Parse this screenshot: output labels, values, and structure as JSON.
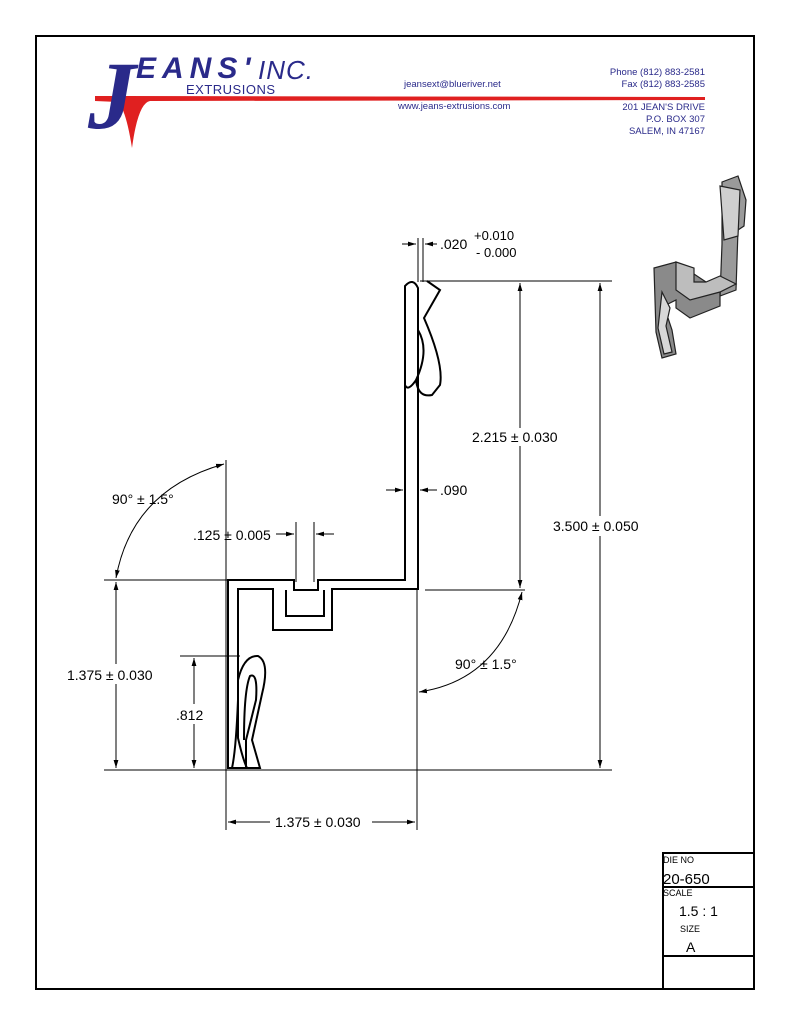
{
  "company": {
    "logo_j": "J",
    "logo_eans": "EANS'",
    "logo_inc": "INC.",
    "logo_sub": "EXTRUSIONS",
    "email": "jeansext@blueriver.net",
    "website": "www.jeans-extrusions.com",
    "phone": "Phone (812) 883-2581",
    "fax": "Fax (812) 883-2585",
    "address1": "201 JEAN'S DRIVE",
    "address2": "P.O. BOX 307",
    "address3": "SALEM, IN 47167"
  },
  "dimensions": {
    "wall_top": ".020",
    "wall_top_plus": "+0.010",
    "wall_top_minus": "- 0.000",
    "upper_height": "2.215 ± 0.030",
    "wall": ".090",
    "total_height": "3.500 ± 0.050",
    "angle_left": "90° ± 1.5°",
    "slot": ".125 ± 0.005",
    "angle_right": "90° ± 1.5°",
    "lower_height": "1.375 ± 0.030",
    "clip_height": ".812",
    "width": "1.375 ± 0.030"
  },
  "title_block": {
    "die_no_label": "DIE NO",
    "die_no": "20-650",
    "scale_label": "SCALE",
    "scale": "1.5 : 1",
    "size_label": "SIZE",
    "size": "A"
  },
  "colors": {
    "logo_blue": "#2a2a8a",
    "logo_red": "#e02020"
  }
}
